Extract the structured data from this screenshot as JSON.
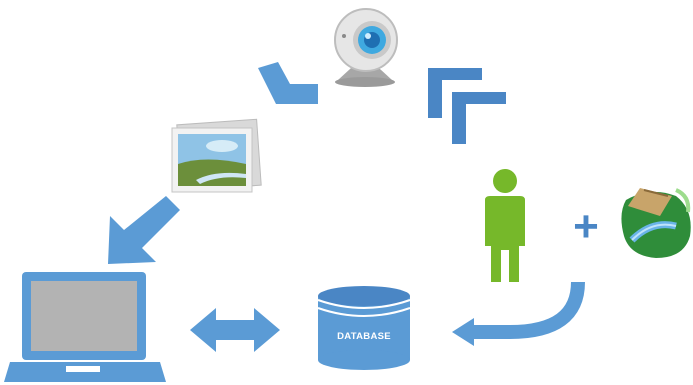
{
  "diagram": {
    "database_label": "DATABASE",
    "colors": {
      "arrow_blue": "#5b9bd5",
      "dark_blue": "#4a86c5",
      "person_green": "#76b82a",
      "laptop_screen": "#b3b3b3",
      "webcam_lens": "#3fa9e0"
    },
    "nodes": [
      {
        "id": "webcam",
        "icon": "webcam-icon"
      },
      {
        "id": "photo",
        "icon": "photo-icon"
      },
      {
        "id": "laptop",
        "icon": "laptop-icon"
      },
      {
        "id": "database",
        "icon": "database-icon"
      },
      {
        "id": "person",
        "icon": "person-icon"
      },
      {
        "id": "map",
        "icon": "map-icon"
      }
    ],
    "plus_symbol": "+"
  }
}
